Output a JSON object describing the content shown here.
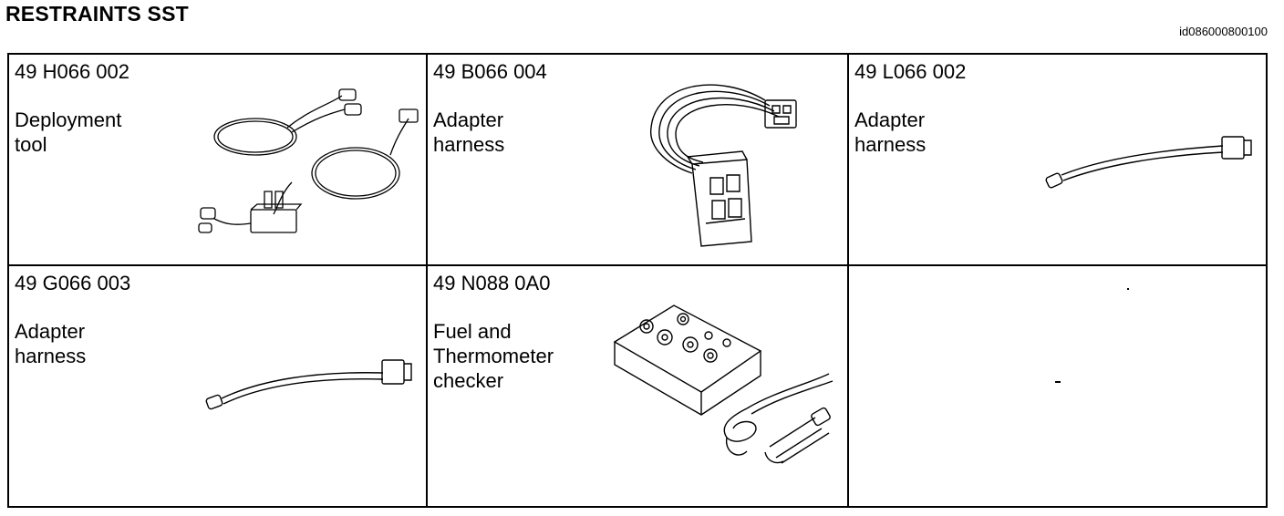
{
  "header": {
    "title": "RESTRAINTS SST",
    "doc_id": "id086000800100"
  },
  "tools": [
    {
      "part_no": "49 H066 002",
      "desc_line1": "Deployment",
      "desc_line2": "tool",
      "desc_line3": "",
      "icon": "deployment-tool-icon"
    },
    {
      "part_no": "49 B066 004",
      "desc_line1": "Adapter",
      "desc_line2": "harness",
      "desc_line3": "",
      "icon": "adapter-harness-connector-icon"
    },
    {
      "part_no": "49 L066 002",
      "desc_line1": "Adapter",
      "desc_line2": "harness",
      "desc_line3": "",
      "icon": "adapter-harness-cable-icon"
    },
    {
      "part_no": "49 G066 003",
      "desc_line1": "Adapter",
      "desc_line2": "harness",
      "desc_line3": "",
      "icon": "adapter-harness-cable-icon"
    },
    {
      "part_no": "49 N088 0A0",
      "desc_line1": "Fuel and",
      "desc_line2": "Thermometer",
      "desc_line3": "checker",
      "icon": "fuel-thermometer-checker-icon"
    }
  ]
}
